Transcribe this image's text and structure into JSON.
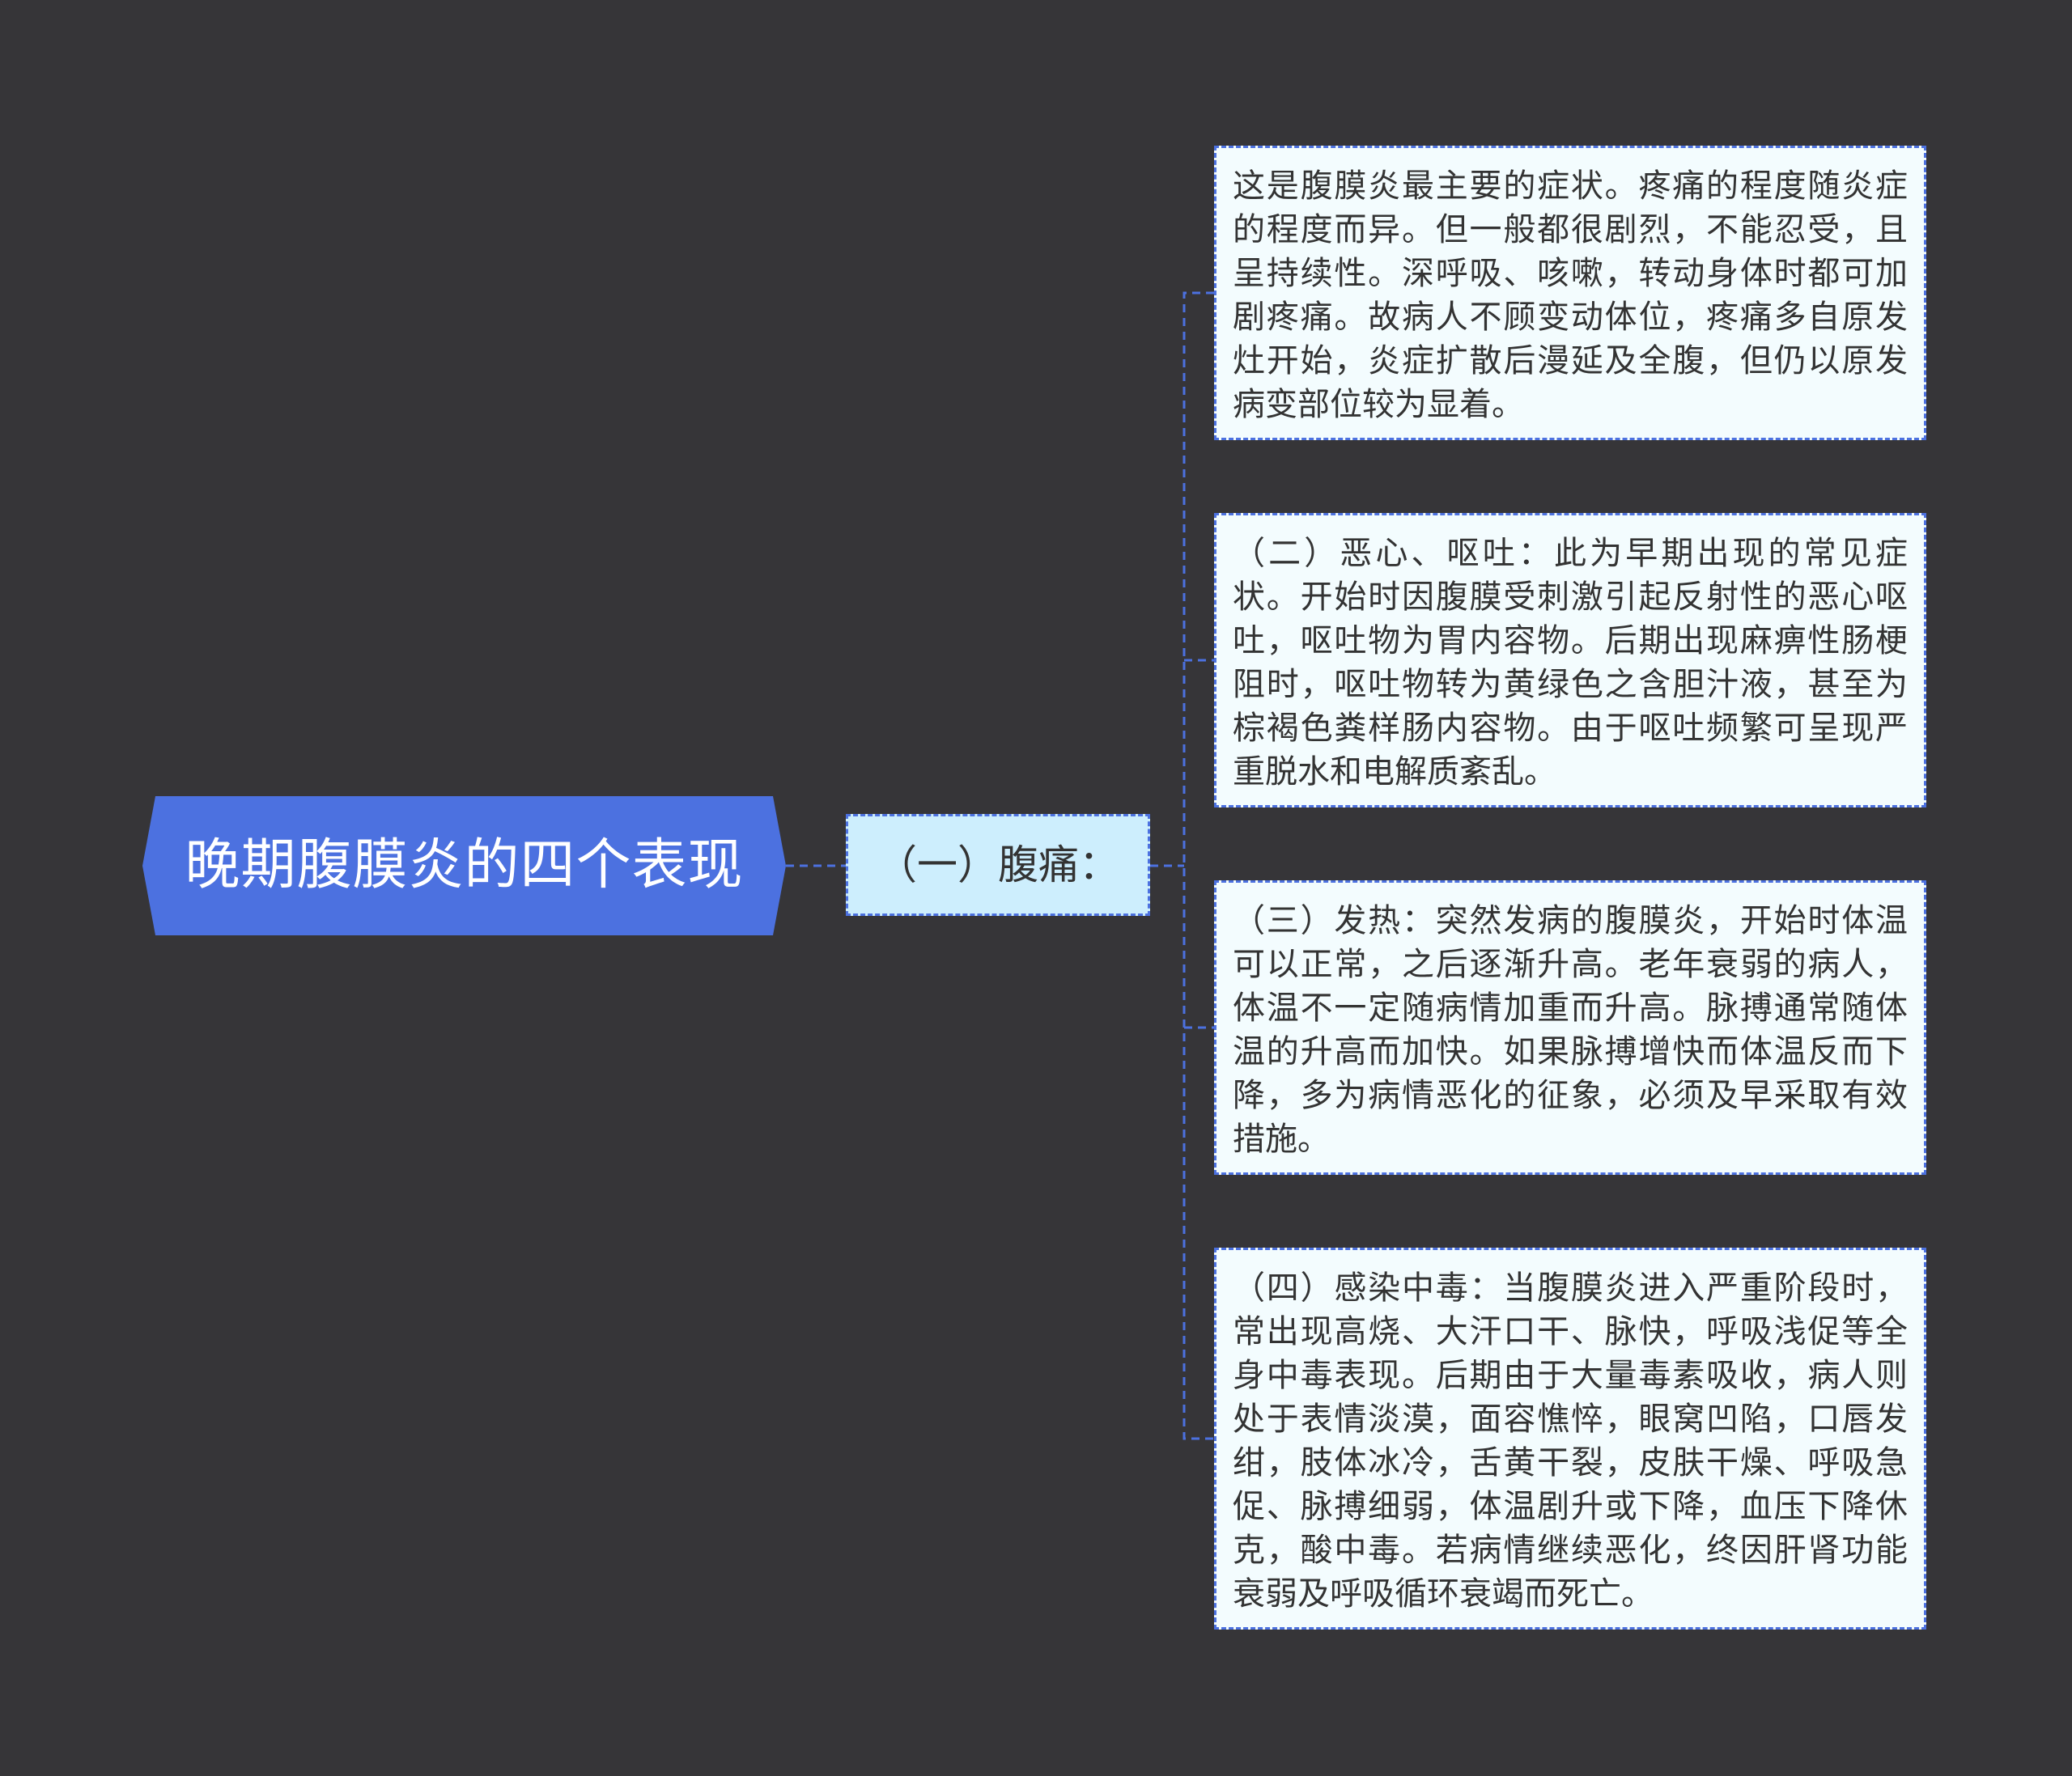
{
  "colors": {
    "background": "#363538",
    "root_fill": "#4c71e0",
    "root_text": "#ffffff",
    "branch_fill": "#cdeefd",
    "leaf_fill": "#f3fcfe",
    "connector": "#4c71e0",
    "text": "#333333"
  },
  "root": {
    "label": "晚期腹膜炎的四个表现"
  },
  "branch": {
    "label": "（一）腹痛："
  },
  "leaves": [
    {
      "text": "这是腹膜炎最主要的症状。疼痛的程度随炎症的程度而异。但一般都很剧烈，不能忍受，且呈持续性。深呼吸、咳嗽，转动身体时都可加剧疼痛。故病人不顾变动体位，疼痛多自原发灶开始，炎症扩散后漫延及全腹，但仍以原发病变部位较为显着。"
    },
    {
      "text": "（二）恶心、呕吐：此为早期出现的常见症状。开始时因腹膜受刺激引起反射性的恶心呕吐，呕吐物为胃内容物。后期出现麻痹性肠梗阻时，呕吐物转为黄绿色之含胆汁液，甚至为棕褐色粪样肠内容物。由于呕吐频繁可呈现严重脱水和电解质紊乱。"
    },
    {
      "text": "（三）发热：突然发病的腹膜炎，开始时体温可以正常，之后逐渐升高。老年衰弱的病人，体温不一定随病情加重而升高。脉搏通常随体温的升高而加快。如果脉搏增快而体温反而下降，多为病情恶化的征象，必须及早采取有效措施。"
    },
    {
      "text": "（四）感染中毒：当腹膜炎进入严重阶段时，常出现高烧、大汗口干、脉快，呼吸浅促等全身中毒表现。后期由于大量毒素吸收，病人则处于表情淡漠，面容憔悴，眼窝凹陷，口唇发绀，肢体冰冷，舌黄干裂，皮肤干燥、呼吸急促、脉搏细弱，体温剧升或下降，血压下降休克，酸中毒。若病情继续恶化，终因肝肾功能衰弱及呼吸循环衰竭而死亡。"
    }
  ]
}
